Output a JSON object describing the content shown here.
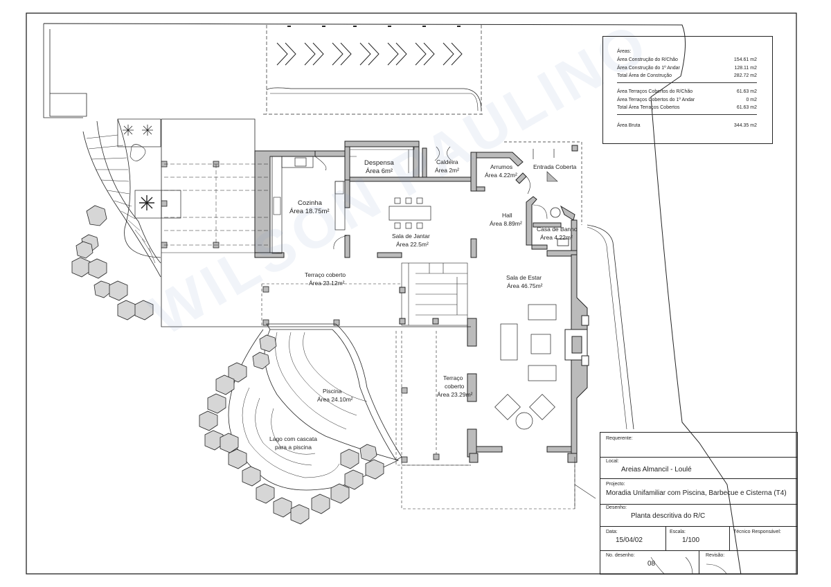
{
  "watermark": "WILSON PAULINO",
  "rooms": {
    "despensa": {
      "name": "Despensa",
      "area": "Área 6m²"
    },
    "caldeira": {
      "name": "Caldeira",
      "area": "Área 2m²"
    },
    "arrumos": {
      "name": "Arrumos",
      "area": "Área 4.22m²"
    },
    "entrada": {
      "name": "Entrada Coberta"
    },
    "cozinha": {
      "name": "Cozinha",
      "area": "Área 18.75m²"
    },
    "sala_jantar": {
      "name": "Sala de Jantar",
      "area": "Área 22.5m²"
    },
    "hall": {
      "name": "Hall",
      "area": "Área 8.89m²"
    },
    "casa_banho": {
      "name": "Casa de Banho",
      "area": "Área 4.22m²"
    },
    "terraco_coberto_1": {
      "name": "Terraço coberto",
      "area": "Área 23.12m²"
    },
    "sala_estar": {
      "name": "Sala de Estar",
      "area": "Área 46.75m²"
    },
    "piscina": {
      "name": "Piscina",
      "area": "Área 24.10m²"
    },
    "terraco_coberto_2": {
      "line1": "Terraço",
      "line2": "coberto",
      "area": "Área 23.29m²"
    },
    "lago": {
      "line1": "Lago com cascata",
      "line2": "para a piscina"
    }
  },
  "areas_table": {
    "heading": "Áreas:",
    "rows": [
      {
        "label": "Área Construção do R/Chão",
        "value": "154.61 m2"
      },
      {
        "label": "Área Construção do 1º Andar",
        "value": "128.11 m2"
      },
      {
        "label": "Total Área de Construção",
        "value": "282.72 m2"
      },
      {
        "label": "Área Terraços Cobertos do R/Chão",
        "value": "61.63 m2"
      },
      {
        "label": "Área Terraços Cobertos do 1º Andar",
        "value": "0 m2"
      },
      {
        "label": "Total Área Terraços Cobertos",
        "value": "61.63 m2"
      },
      {
        "label": "Área Bruta",
        "value": "344.35 m2"
      }
    ]
  },
  "title_block": {
    "requerente_label": "Requerente:",
    "requerente_value": "",
    "local_label": "Local:",
    "local_value": "Areias Almancil - Loulé",
    "projecto_label": "Projecto:",
    "projecto_value": "Moradia Unifamiliar com Piscina, Barbecue e Cisterna (T4)",
    "desenho_label": "Desenho:",
    "desenho_value": "Planta descritiva do R/C",
    "data_label": "Data:",
    "data_value": "15/04/02",
    "escala_label": "Escala:",
    "escala_value": "1/100",
    "tecnico_label": "Técnico Responsável:",
    "ndesenho_label": "No. desenho:",
    "ndesenho_value": "08",
    "revisao_label": "Revisão:"
  }
}
